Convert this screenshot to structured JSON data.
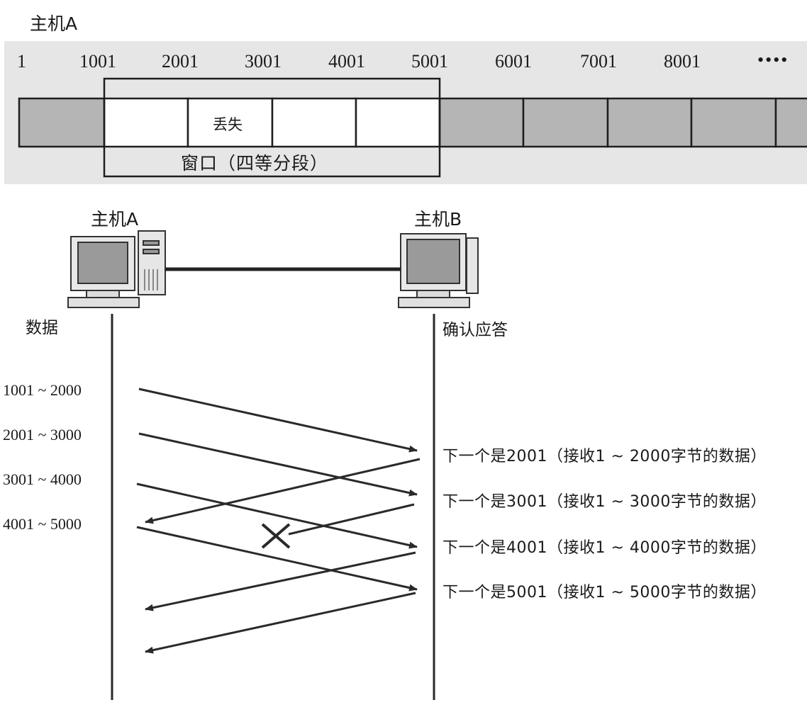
{
  "top": {
    "host_label": "主机A",
    "byte_marks": [
      "1",
      "1001",
      "2001",
      "3001",
      "4001",
      "5001",
      "6001",
      "7001",
      "8001",
      "••••"
    ],
    "lost_label": "丢失",
    "window_label": "窗口（四等分段）"
  },
  "sequence": {
    "host_a_label": "主机A",
    "host_b_label": "主机B",
    "data_label": "数据",
    "ack_label": "确认应答",
    "segments": [
      "1001 ~ 2000",
      "2001 ~ 3000",
      "3001 ~ 4000",
      "4001 ~ 5000"
    ],
    "acks": [
      "下一个是2001（接收1 ~ 2000字节的数据）",
      "下一个是3001（接收1 ~ 3000字节的数据）",
      "下一个是4001（接收1 ~ 4000字节的数据）",
      "下一个是5001（接收1 ~ 5000字节的数据）"
    ]
  },
  "colors": {
    "band_bg": "#e6e6e6",
    "cell_fill": "#b5b5b5",
    "line": "#2a2a2a"
  }
}
